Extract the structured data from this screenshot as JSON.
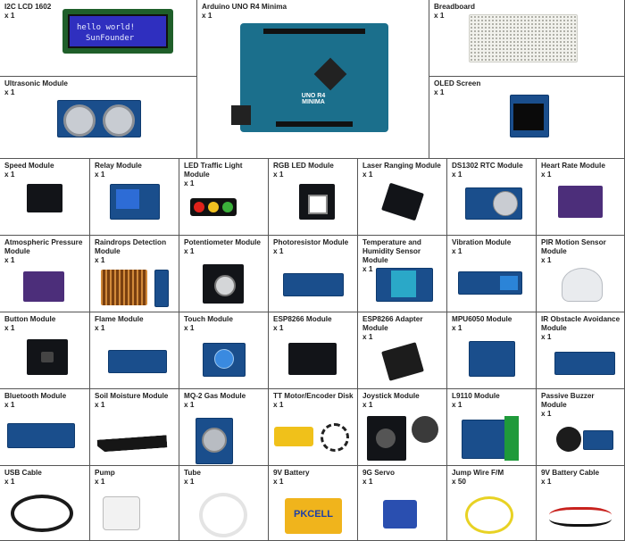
{
  "components": [
    {
      "name": "I2C LCD 1602",
      "qty": "x 1",
      "lcd_line1": "hello world!",
      "lcd_line2": "SunFounder",
      "icon": "lcd-display-icon"
    },
    {
      "name": "Arduino UNO R4 Minima",
      "qty": "x 1",
      "board_text": "UNO R4 MINIMA",
      "icon": "arduino-board-icon"
    },
    {
      "name": "Breadboard",
      "qty": "x 1",
      "icon": "breadboard-icon"
    },
    {
      "name": "Ultrasonic Module",
      "qty": "x 1",
      "icon": "ultrasonic-sensor-icon"
    },
    {
      "name": "OLED Screen",
      "qty": "x 1",
      "icon": "oled-screen-icon"
    },
    {
      "name": "Speed Module",
      "qty": "x 1",
      "icon": "speed-sensor-icon"
    },
    {
      "name": "Relay Module",
      "qty": "x 1",
      "icon": "relay-icon"
    },
    {
      "name": "LED Traffic Light Module",
      "qty": "x 1",
      "icon": "traffic-light-icon"
    },
    {
      "name": "RGB LED Module",
      "qty": "x 1",
      "icon": "rgb-led-icon"
    },
    {
      "name": "Laser Ranging Module",
      "qty": "x 1",
      "icon": "laser-ranging-icon"
    },
    {
      "name": "DS1302 RTC Module",
      "qty": "x 1",
      "icon": "rtc-clock-icon"
    },
    {
      "name": "Heart Rate Module",
      "qty": "x 1",
      "icon": "heart-rate-icon"
    },
    {
      "name": "Atmospheric Pressure Module",
      "qty": "x 1",
      "icon": "pressure-sensor-icon"
    },
    {
      "name": "Raindrops Detection Module",
      "qty": "x 1",
      "icon": "raindrop-sensor-icon"
    },
    {
      "name": "Potentiometer Module",
      "qty": "x 1",
      "icon": "potentiometer-icon"
    },
    {
      "name": "Photoresistor Module",
      "qty": "x 1",
      "icon": "photoresistor-icon"
    },
    {
      "name": "Temperature and Humidity Sensor Module",
      "qty": "x 1",
      "icon": "humidity-sensor-icon"
    },
    {
      "name": "Vibration Module",
      "qty": "x 1",
      "icon": "vibration-sensor-icon"
    },
    {
      "name": "PIR Motion Sensor Module",
      "qty": "x 1",
      "icon": "pir-sensor-icon"
    },
    {
      "name": "Button Module",
      "qty": "x 1",
      "icon": "button-module-icon"
    },
    {
      "name": "Flame Module",
      "qty": "x 1",
      "icon": "flame-sensor-icon"
    },
    {
      "name": "Touch Module",
      "qty": "x 1",
      "icon": "touch-sensor-icon"
    },
    {
      "name": "ESP8266 Module",
      "qty": "x 1",
      "icon": "wifi-module-icon"
    },
    {
      "name": "ESP8266 Adapter Module",
      "qty": "x 1",
      "icon": "adapter-icon"
    },
    {
      "name": "MPU6050 Module",
      "qty": "x 1",
      "icon": "gyroscope-icon"
    },
    {
      "name": "IR Obstacle Avoidance Module",
      "qty": "x 1",
      "icon": "ir-obstacle-icon"
    },
    {
      "name": "Bluetooth Module",
      "qty": "x 1",
      "icon": "bluetooth-module-icon"
    },
    {
      "name": "Soil Moisture Module",
      "qty": "x 1",
      "icon": "soil-moisture-icon"
    },
    {
      "name": "MQ-2 Gas Module",
      "qty": "x 1",
      "icon": "gas-sensor-icon"
    },
    {
      "name": "TT Motor/Encoder Disk",
      "qty": "x 1",
      "icon": "motor-icon"
    },
    {
      "name": "Joystick Module",
      "qty": "x 1",
      "icon": "joystick-icon"
    },
    {
      "name": "L9110 Module",
      "qty": "x 1",
      "icon": "motor-driver-icon"
    },
    {
      "name": "Passive Buzzer  Module",
      "qty": "x 1",
      "icon": "buzzer-icon"
    },
    {
      "name": "USB Cable",
      "qty": "x 1",
      "icon": "usb-cable-icon"
    },
    {
      "name": "Pump",
      "qty": "x 1",
      "icon": "pump-icon"
    },
    {
      "name": "Tube",
      "qty": "x 1",
      "icon": "tube-icon"
    },
    {
      "name": "9V Battery",
      "qty": "x 1",
      "battery_text": "PKCELL",
      "icon": "battery-icon"
    },
    {
      "name": "9G Servo",
      "qty": "x 1",
      "icon": "servo-icon"
    },
    {
      "name": "Jump Wire F/M",
      "qty": "x 50",
      "icon": "jumper-wire-icon"
    },
    {
      "name": "9V Battery Cable",
      "qty": "x 1",
      "icon": "battery-cable-icon"
    }
  ]
}
